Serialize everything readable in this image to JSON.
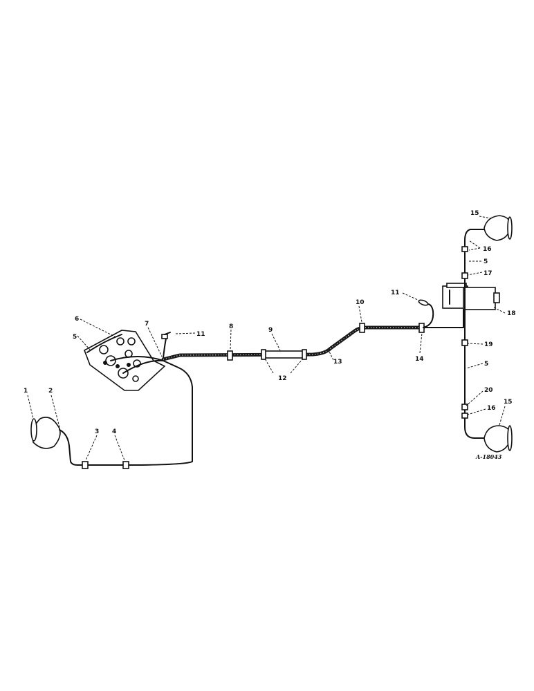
{
  "drawing_code": "A-18043",
  "callouts": {
    "c1": "1",
    "c2": "2",
    "c3": "3",
    "c4": "4",
    "c5a": "5",
    "c5b": "5",
    "c5c": "5",
    "c6": "6",
    "c7": "7",
    "c8": "8",
    "c9": "9",
    "c10": "10",
    "c11a": "11",
    "c11b": "11",
    "c12": "12",
    "c13": "13",
    "c14": "14",
    "c15a": "15",
    "c15b": "15",
    "c16a": "16",
    "c16b": "16",
    "c17": "17",
    "c18": "18",
    "c19": "19",
    "c20": "20"
  }
}
